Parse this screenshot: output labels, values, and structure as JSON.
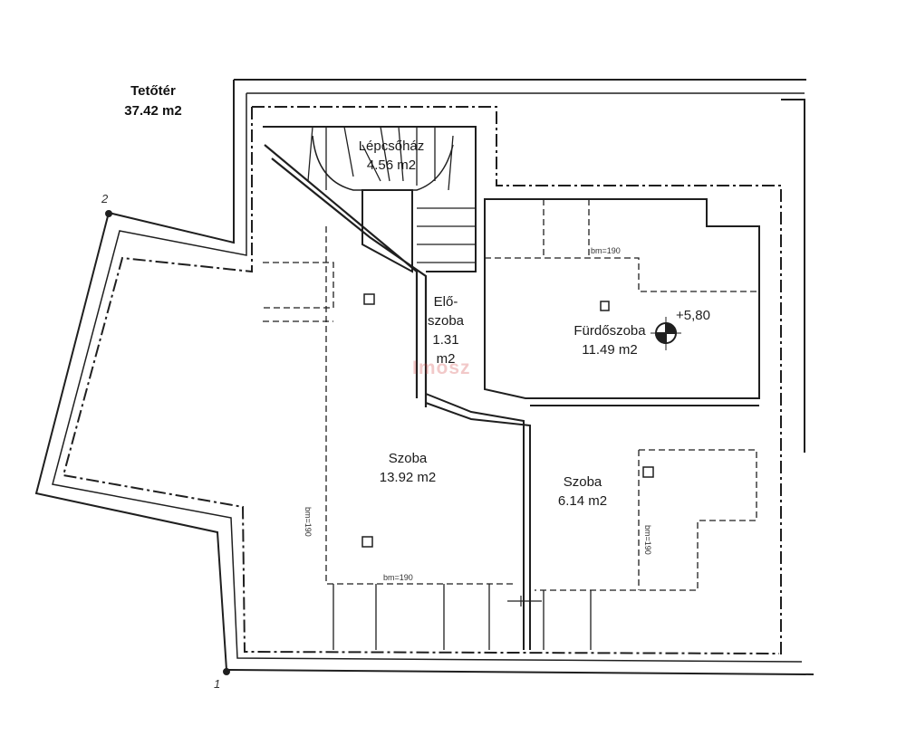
{
  "title": {
    "line1": "Tetőtér",
    "line2": "37.42 m2"
  },
  "rooms": {
    "lepcsohaz": {
      "name": "Lépcsőház",
      "area": "4.56 m2"
    },
    "eloszoba": {
      "l1": "Elő-",
      "l2": "szoba",
      "l3": "1.31",
      "l4": "m2"
    },
    "furdoszoba": {
      "name": "Fürdőszoba",
      "area": "11.49 m2"
    },
    "szoba1": {
      "name": "Szoba",
      "area": "13.92 m2"
    },
    "szoba2": {
      "name": "Szoba",
      "area": "6.14 m2"
    }
  },
  "annotations": {
    "elevation": "+5,80",
    "bm_bath": "bm=190",
    "bm_room1_v": "bm=190",
    "bm_room1_h": "bm=190",
    "bm_room2_v": "bm=190",
    "axis1": "1",
    "axis2": "2",
    "watermark": "Imosz"
  },
  "colors": {
    "line": "#1f1f1f",
    "dash": "#333333",
    "fill": "#ffffff"
  }
}
